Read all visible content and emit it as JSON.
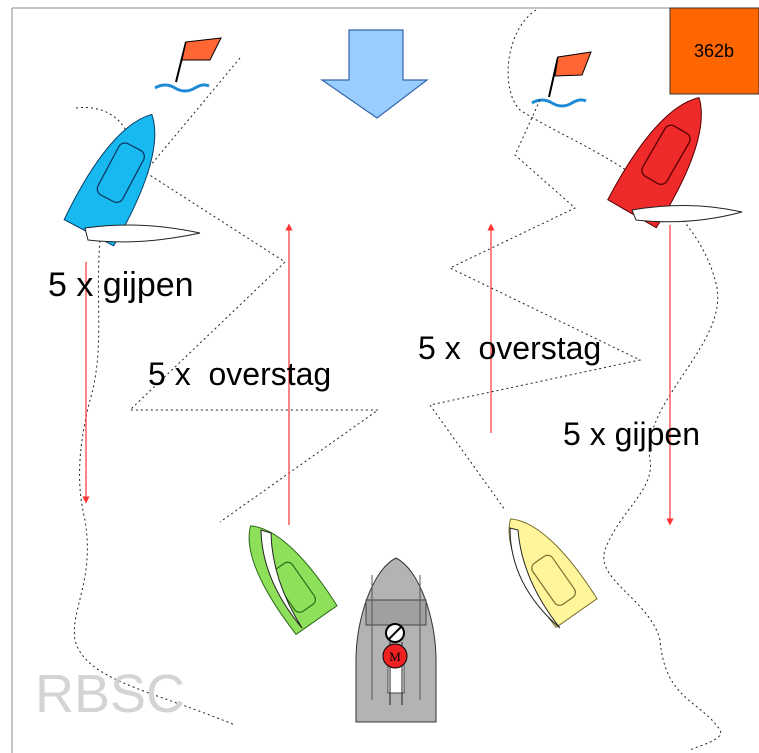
{
  "badge": {
    "text": "362b",
    "color": "#ff6600"
  },
  "wind_arrow": {
    "color": "#99ccff",
    "stroke": "#3366aa",
    "direction": "down"
  },
  "labels": {
    "left_gijpen": "5 x gijpen",
    "left_overstag": "5 x  overstag",
    "right_overstag": "5 x  overstag",
    "right_gijpen": "5 x gijpen"
  },
  "boats": {
    "blue": {
      "color": "#18b8f0"
    },
    "red": {
      "color": "#ee2a2a"
    },
    "green": {
      "color": "#8ee05a"
    },
    "yellow": {
      "color": "#fff59a"
    },
    "motorboat": {
      "color": "#b3b3b3",
      "marker": "M",
      "marker_color": "#ee2222"
    }
  },
  "marks": {
    "flag_color": "#ff6633",
    "water_color": "#1e8ad6"
  },
  "direction_arrows": {
    "color": "#ff3333"
  },
  "watermark": "RBSC"
}
